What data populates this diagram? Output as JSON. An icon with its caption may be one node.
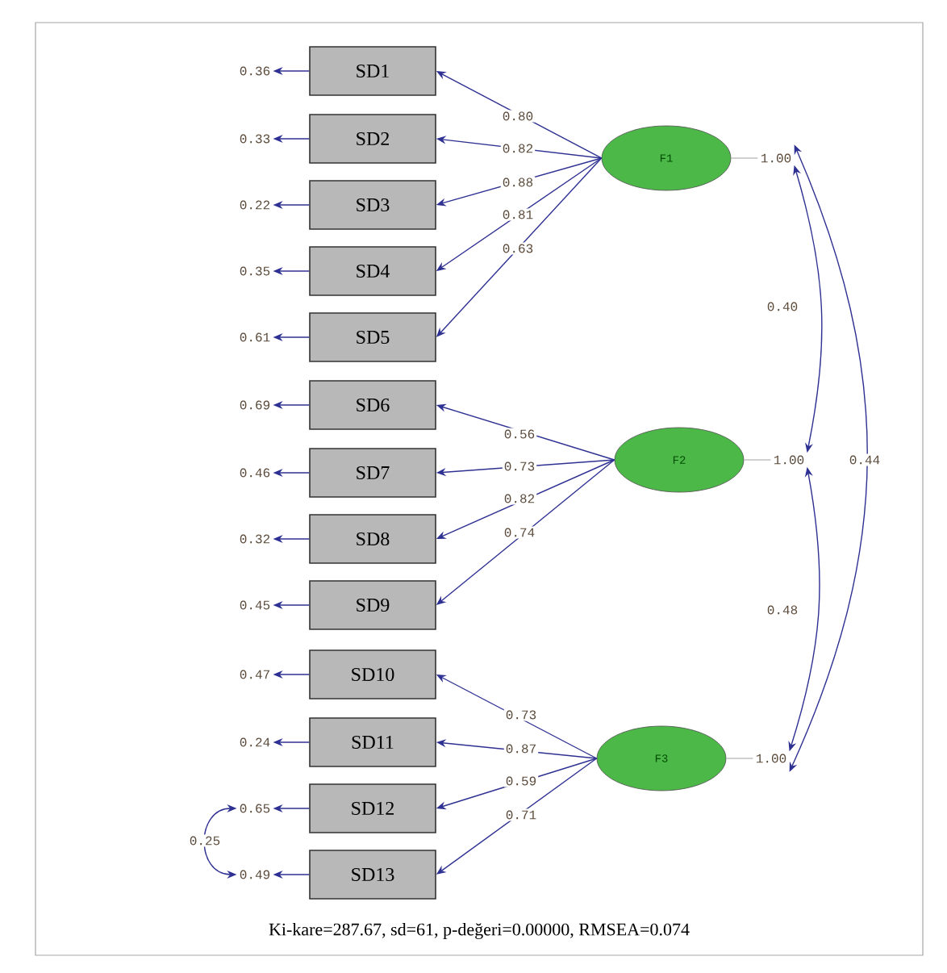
{
  "diagram": {
    "caption": "Ki-kare=287.67,  sd=61,  p-değeri=0.00000,  RMSEA=0.074",
    "nodes": [
      {
        "text": [
          "SD1"
        ]
      },
      {
        "text": [
          "SD2"
        ]
      },
      {
        "text": [
          "SD3"
        ]
      },
      {
        "text": [
          "SD4"
        ]
      },
      {
        "text": [
          "SD5"
        ]
      },
      {
        "text": [
          "SD6"
        ]
      },
      {
        "text": [
          "SD7"
        ]
      },
      {
        "text": [
          "SD8"
        ]
      },
      {
        "text": [
          "SD9"
        ]
      },
      {
        "text": [
          "SD10"
        ]
      },
      {
        "text": [
          "SD11"
        ]
      },
      {
        "text": [
          "SD12"
        ]
      },
      {
        "text": [
          "SD13"
        ]
      },
      {
        "text": [
          "F1"
        ]
      },
      {
        "text": [
          "F2"
        ]
      },
      {
        "text": [
          "F3"
        ]
      },
      {
        "text": [
          "0.36"
        ]
      },
      {
        "text": [
          "0.33"
        ]
      },
      {
        "text": [
          "0.22"
        ]
      },
      {
        "text": [
          "0.35"
        ]
      },
      {
        "text": [
          "0.61"
        ]
      },
      {
        "text": [
          "0.69"
        ]
      },
      {
        "text": [
          "0.46"
        ]
      },
      {
        "text": [
          "0.32"
        ]
      },
      {
        "text": [
          "0.45"
        ]
      },
      {
        "text": [
          "0.47"
        ]
      },
      {
        "text": [
          "0.24"
        ]
      },
      {
        "text": [
          "0.65"
        ]
      },
      {
        "text": [
          "0.49"
        ]
      },
      {
        "text": [
          "1.00"
        ]
      },
      {
        "text": [
          "1.00"
        ]
      },
      {
        "text": [
          "1.00"
        ]
      }
    ],
    "edges": [
      {
        "from": 13,
        "to": 0,
        "arrow": "to",
        "label": "0.80"
      },
      {
        "from": 13,
        "to": 1,
        "arrow": "to",
        "label": "0.82"
      },
      {
        "from": 13,
        "to": 2,
        "arrow": "to",
        "label": "0.88"
      },
      {
        "from": 13,
        "to": 3,
        "arrow": "to",
        "label": "0.81"
      },
      {
        "from": 13,
        "to": 4,
        "arrow": "to",
        "label": "0.63"
      },
      {
        "from": 14,
        "to": 5,
        "arrow": "to",
        "label": "0.56"
      },
      {
        "from": 14,
        "to": 6,
        "arrow": "to",
        "label": "0.73"
      },
      {
        "from": 14,
        "to": 7,
        "arrow": "to",
        "label": "0.82"
      },
      {
        "from": 14,
        "to": 8,
        "arrow": "to",
        "label": "0.74"
      },
      {
        "from": 15,
        "to": 9,
        "arrow": "to",
        "label": "0.73"
      },
      {
        "from": 15,
        "to": 10,
        "arrow": "to",
        "label": "0.87"
      },
      {
        "from": 15,
        "to": 11,
        "arrow": "to",
        "label": "0.59"
      },
      {
        "from": 15,
        "to": 12,
        "arrow": "to",
        "label": "0.71"
      },
      {
        "from": 0,
        "to": 16,
        "arrow": "to"
      },
      {
        "from": 1,
        "to": 17,
        "arrow": "to"
      },
      {
        "from": 2,
        "to": 18,
        "arrow": "to"
      },
      {
        "from": 3,
        "to": 19,
        "arrow": "to"
      },
      {
        "from": 4,
        "to": 20,
        "arrow": "to"
      },
      {
        "from": 5,
        "to": 21,
        "arrow": "to"
      },
      {
        "from": 6,
        "to": 22,
        "arrow": "to"
      },
      {
        "from": 7,
        "to": 23,
        "arrow": "to"
      },
      {
        "from": 8,
        "to": 24,
        "arrow": "to"
      },
      {
        "from": 9,
        "to": 25,
        "arrow": "to"
      },
      {
        "from": 10,
        "to": 26,
        "arrow": "to"
      },
      {
        "from": 11,
        "to": 27,
        "arrow": "to"
      },
      {
        "from": 12,
        "to": 28,
        "arrow": "to"
      },
      {
        "from": 13,
        "to": 29,
        "arrow": "none",
        "color": "#c0c0c0"
      },
      {
        "from": 14,
        "to": 30,
        "arrow": "none",
        "color": "#c0c0c0"
      },
      {
        "from": 15,
        "to": 31,
        "arrow": "none",
        "color": "#c0c0c0"
      },
      {
        "from": 29,
        "to": 30,
        "arrow": "both",
        "label": "0.40"
      },
      {
        "from": 29,
        "to": 31,
        "arrow": "both",
        "label": "0.44"
      },
      {
        "from": 30,
        "to": 31,
        "arrow": "both",
        "label": "0.48"
      },
      {
        "from": 27,
        "to": 28,
        "arrow": "both",
        "label": "0.25"
      }
    ]
  }
}
